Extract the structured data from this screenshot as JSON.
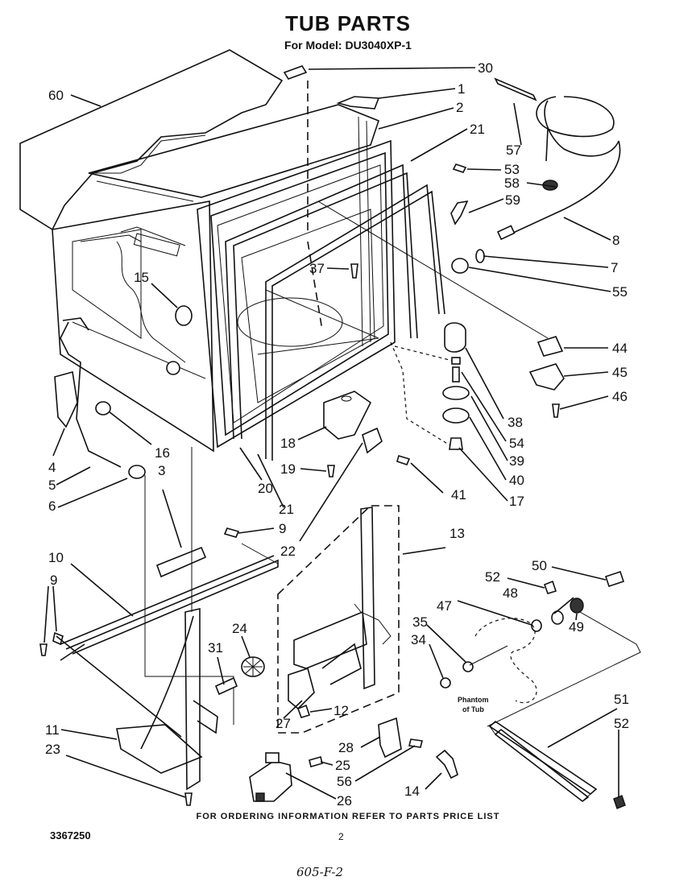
{
  "header": {
    "title": "TUB PARTS",
    "model_line": "For Model: DU3040XP-1"
  },
  "footer": {
    "ordering_note": "FOR ORDERING INFORMATION REFER TO PARTS PRICE LIST",
    "document_number": "3367250",
    "page_number": "2",
    "handwritten_note": "605-F-2"
  },
  "diagram": {
    "phantom_label_line1": "Phantom",
    "phantom_label_line2": "of Tub",
    "callouts": [
      {
        "id": "c30",
        "label": "30"
      },
      {
        "id": "c1",
        "label": "1"
      },
      {
        "id": "c60",
        "label": "60"
      },
      {
        "id": "c2",
        "label": "2"
      },
      {
        "id": "c21a",
        "label": "21"
      },
      {
        "id": "c57",
        "label": "57"
      },
      {
        "id": "c53",
        "label": "53"
      },
      {
        "id": "c58",
        "label": "58"
      },
      {
        "id": "c59",
        "label": "59"
      },
      {
        "id": "c8",
        "label": "8"
      },
      {
        "id": "c37",
        "label": "37"
      },
      {
        "id": "c7",
        "label": "7"
      },
      {
        "id": "c55",
        "label": "55"
      },
      {
        "id": "c15",
        "label": "15"
      },
      {
        "id": "c44",
        "label": "44"
      },
      {
        "id": "c45",
        "label": "45"
      },
      {
        "id": "c46",
        "label": "46"
      },
      {
        "id": "c38",
        "label": "38"
      },
      {
        "id": "c54",
        "label": "54"
      },
      {
        "id": "c39",
        "label": "39"
      },
      {
        "id": "c40",
        "label": "40"
      },
      {
        "id": "c17",
        "label": "17"
      },
      {
        "id": "c4",
        "label": "4"
      },
      {
        "id": "c16",
        "label": "16"
      },
      {
        "id": "c18",
        "label": "18"
      },
      {
        "id": "c5",
        "label": "5"
      },
      {
        "id": "c3",
        "label": "3"
      },
      {
        "id": "c19",
        "label": "19"
      },
      {
        "id": "c41",
        "label": "41"
      },
      {
        "id": "c6",
        "label": "6"
      },
      {
        "id": "c20",
        "label": "20"
      },
      {
        "id": "c21b",
        "label": "21"
      },
      {
        "id": "c13",
        "label": "13"
      },
      {
        "id": "c9a",
        "label": "9"
      },
      {
        "id": "c22",
        "label": "22"
      },
      {
        "id": "c10",
        "label": "10"
      },
      {
        "id": "c50",
        "label": "50"
      },
      {
        "id": "c52a",
        "label": "52"
      },
      {
        "id": "c48",
        "label": "48"
      },
      {
        "id": "c9b",
        "label": "9"
      },
      {
        "id": "c47",
        "label": "47"
      },
      {
        "id": "c35",
        "label": "35"
      },
      {
        "id": "c24",
        "label": "24"
      },
      {
        "id": "c49",
        "label": "49"
      },
      {
        "id": "c34",
        "label": "34"
      },
      {
        "id": "c31",
        "label": "31"
      },
      {
        "id": "c12",
        "label": "12"
      },
      {
        "id": "c27",
        "label": "27"
      },
      {
        "id": "c51",
        "label": "51"
      },
      {
        "id": "c11",
        "label": "11"
      },
      {
        "id": "c52b",
        "label": "52"
      },
      {
        "id": "c28",
        "label": "28"
      },
      {
        "id": "c23",
        "label": "23"
      },
      {
        "id": "c25",
        "label": "25"
      },
      {
        "id": "c56",
        "label": "56"
      },
      {
        "id": "c14",
        "label": "14"
      },
      {
        "id": "c26",
        "label": "26"
      }
    ]
  }
}
